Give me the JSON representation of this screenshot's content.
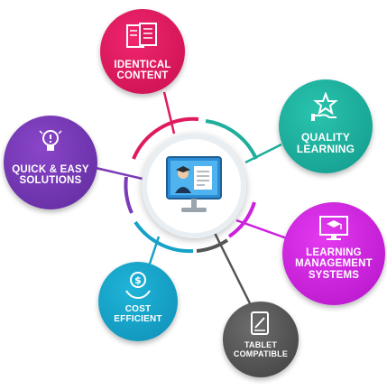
{
  "diagram": {
    "nodes": [
      {
        "key": "identical",
        "label_lines": [
          "IDENTICAL",
          "CONTENT"
        ],
        "color": "#e01a5e",
        "icon": "documents-icon"
      },
      {
        "key": "quality",
        "label_lines": [
          "QUALITY",
          "LEARNING"
        ],
        "color": "#1fae9b",
        "icon": "star-hand-icon"
      },
      {
        "key": "quick",
        "label_lines": [
          "QUICK & EASY",
          "SOLUTIONS"
        ],
        "color": "#7a3bb8",
        "icon": "lightbulb-icon"
      },
      {
        "key": "lms",
        "label_lines": [
          "LEARNING",
          "MANAGEMENT",
          "SYSTEMS"
        ],
        "color": "#cc22dd",
        "icon": "monitor-graduation-icon"
      },
      {
        "key": "cost",
        "label_lines": [
          "COST",
          "EFFICIENT"
        ],
        "color": "#16a2c8",
        "icon": "money-hand-icon"
      },
      {
        "key": "tablet",
        "label_lines": [
          "TABLET",
          "COMPATIBLE"
        ],
        "color": "#555555",
        "icon": "tablet-pen-icon"
      }
    ],
    "hub_icon": "elearning-monitor-icon"
  }
}
